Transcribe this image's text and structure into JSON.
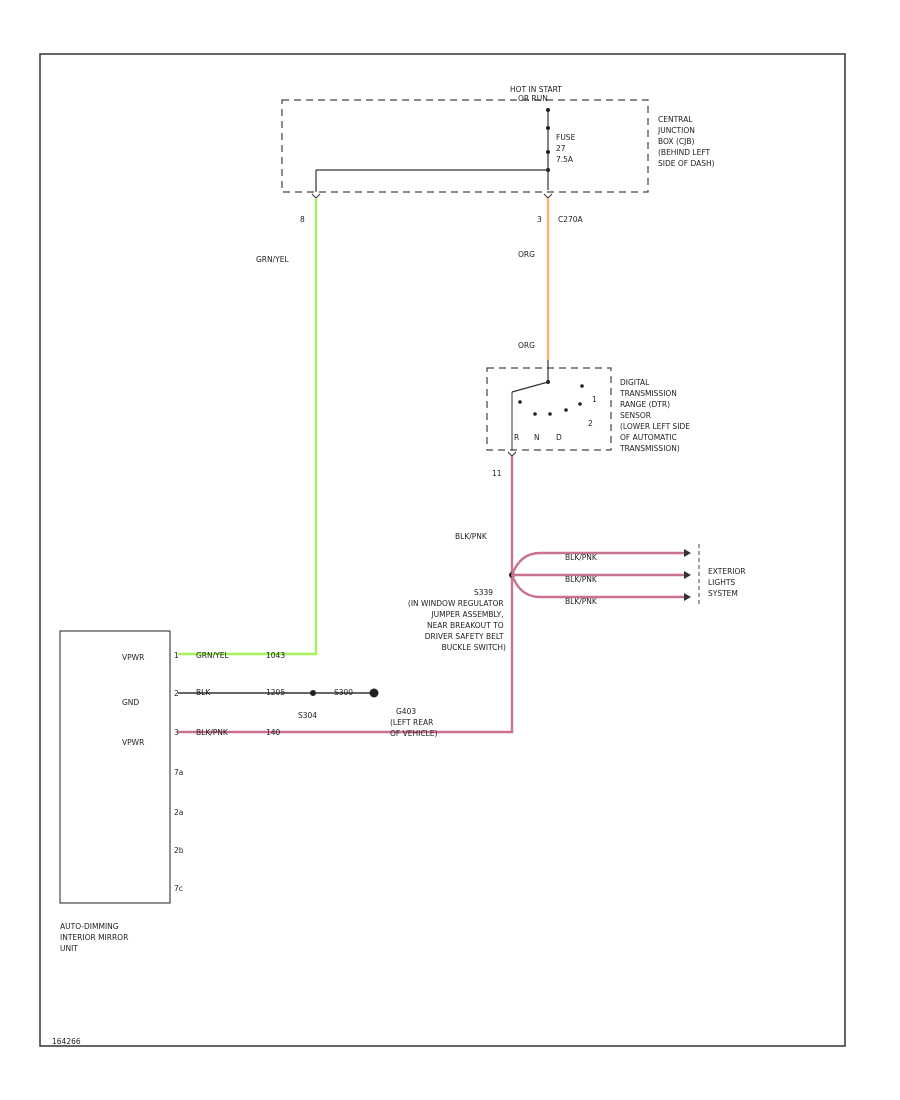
{
  "junction_box": {
    "hot_in_start": "HOT IN START",
    "hot_in_run": "OR RUN",
    "fuse_label": "FUSE",
    "fuse_number": "27",
    "fuse_rating": "7.5A",
    "desc_lines": [
      "CENTRAL",
      "JUNCTION",
      "BOX (CJB)",
      "(BEHIND LEFT",
      "SIDE OF DASH)"
    ],
    "pin_left": "8",
    "pin_right": "3",
    "connector": "C270A"
  },
  "wires": {
    "grn_yel_vertical": "GRN/YEL",
    "grn_yel_mirror": "GRN/YEL",
    "grn_yel_mirror_id": "1043",
    "org_top": "ORG",
    "org_bottom": "ORG",
    "blk_pnk_vertical": "BLK/PNK",
    "blk": "BLK",
    "blk_id": "1205",
    "blk_pnk_mirror": "BLK/PNK",
    "blk_pnk_mirror_id": "140",
    "blk_pnk_branch_1": "BLK/PNK",
    "blk_pnk_branch_2": "BLK/PNK",
    "blk_pnk_branch_3": "BLK/PNK",
    "splice_id": "S304"
  },
  "trs_sensor": {
    "desc_lines": [
      "DIGITAL",
      "TRANSMISSION",
      "RANGE (DTR)",
      "SENSOR",
      "(LOWER LEFT SIDE",
      "OF AUTOMATIC",
      "TRANSMISSION)"
    ],
    "pos_r": "R",
    "pos_n": "N",
    "pos_d": "D",
    "pos_1": "1",
    "pos_2": "2",
    "pin": "11"
  },
  "splice": {
    "id": "S339",
    "desc_lines": [
      "(IN WINDOW REGULATOR",
      "JUMPER ASSEMBLY,",
      "NEAR BREAKOUT TO",
      "DRIVER SAFETY BELT",
      "BUCKLE SWITCH)"
    ]
  },
  "exterior_lights": {
    "desc_lines": [
      "EXTERIOR",
      "LIGHTS",
      "SYSTEM"
    ]
  },
  "ground": {
    "splice": "S300",
    "id": "G403",
    "desc_lines": [
      "(LEFT REAR",
      "OF VEHICLE)"
    ]
  },
  "mirror_unit": {
    "pin_labels": [
      "VPWR",
      "GND",
      "VPWR"
    ],
    "pins": [
      "1",
      "2",
      "3",
      "7a",
      "2a",
      "2b",
      "7c"
    ],
    "desc_lines": [
      "AUTO-DIMMING",
      "INTERIOR MIRROR",
      "UNIT"
    ]
  },
  "footer_id": "164266",
  "colors": {
    "grn_yel": "#a6f25c",
    "org": "#f8b16e",
    "blk_pnk": "#c9748c",
    "frame": "#333333"
  }
}
